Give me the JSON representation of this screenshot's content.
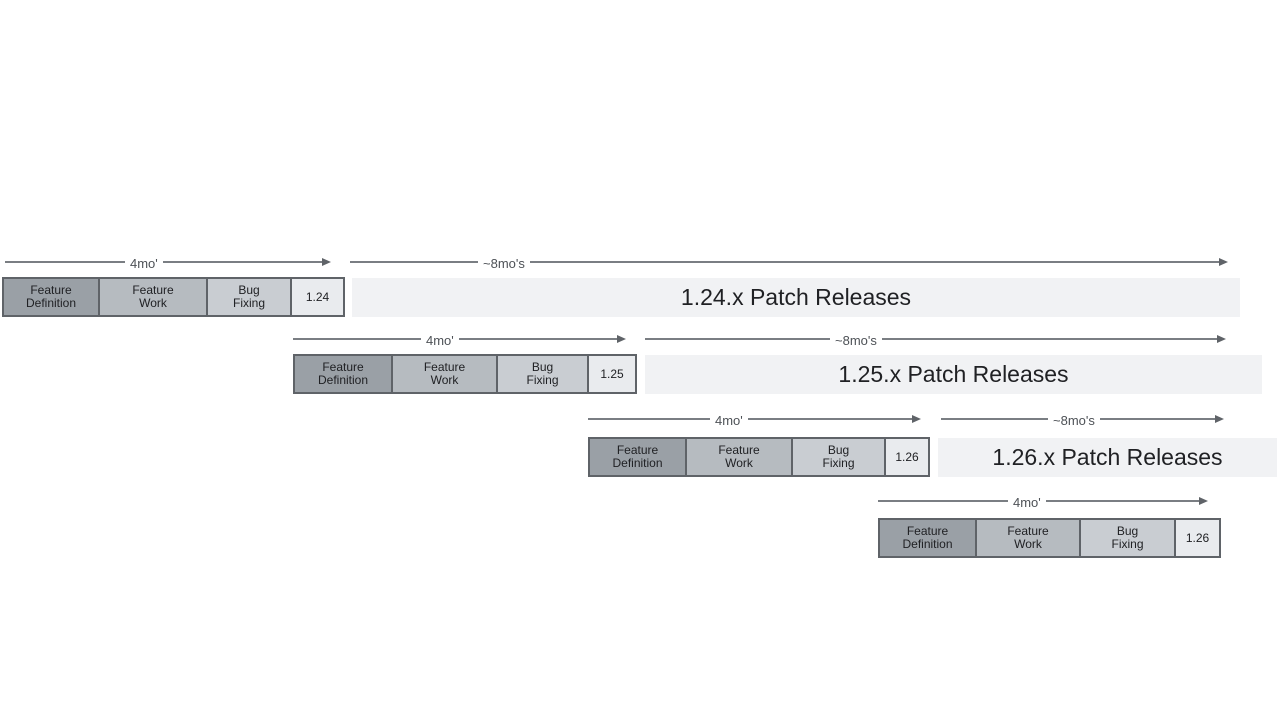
{
  "diagram": {
    "description": "Staggered software release cadence diagram with four overlapping release cycles",
    "colors": {
      "feature_definition_bg": "#9aa0a6",
      "feature_work_bg": "#b6bbc0",
      "bug_fixing_bg": "#c9cdd2",
      "version_box_bg": "#e9ebee",
      "patch_bar_bg": "#f1f2f4",
      "box_border": "#5f6368",
      "arrow_line": "#7a7e83",
      "text": "#202124"
    },
    "rows": [
      {
        "version": "1.24",
        "cycle_arrow_label": "4mo'",
        "patch_arrow_label": "~8mo's",
        "phases": [
          {
            "line1": "Feature",
            "line2": "Definition"
          },
          {
            "line1": "Feature",
            "line2": "Work"
          },
          {
            "line1": "Bug",
            "line2": "Fixing"
          }
        ],
        "patch_bar_label": "1.24.x Patch Releases"
      },
      {
        "version": "1.25",
        "cycle_arrow_label": "4mo'",
        "patch_arrow_label": "~8mo's",
        "phases": [
          {
            "line1": "Feature",
            "line2": "Definition"
          },
          {
            "line1": "Feature",
            "line2": "Work"
          },
          {
            "line1": "Bug",
            "line2": "Fixing"
          }
        ],
        "patch_bar_label": "1.25.x Patch Releases"
      },
      {
        "version": "1.26",
        "cycle_arrow_label": "4mo'",
        "patch_arrow_label": "~8mo's",
        "phases": [
          {
            "line1": "Feature",
            "line2": "Definition"
          },
          {
            "line1": "Feature",
            "line2": "Work"
          },
          {
            "line1": "Bug",
            "line2": "Fixing"
          }
        ],
        "patch_bar_label": "1.26.x Patch Releases"
      },
      {
        "version": "1.26",
        "cycle_arrow_label": "4mo'",
        "phases": [
          {
            "line1": "Feature",
            "line2": "Definition"
          },
          {
            "line1": "Feature",
            "line2": "Work"
          },
          {
            "line1": "Bug",
            "line2": "Fixing"
          }
        ]
      }
    ]
  }
}
